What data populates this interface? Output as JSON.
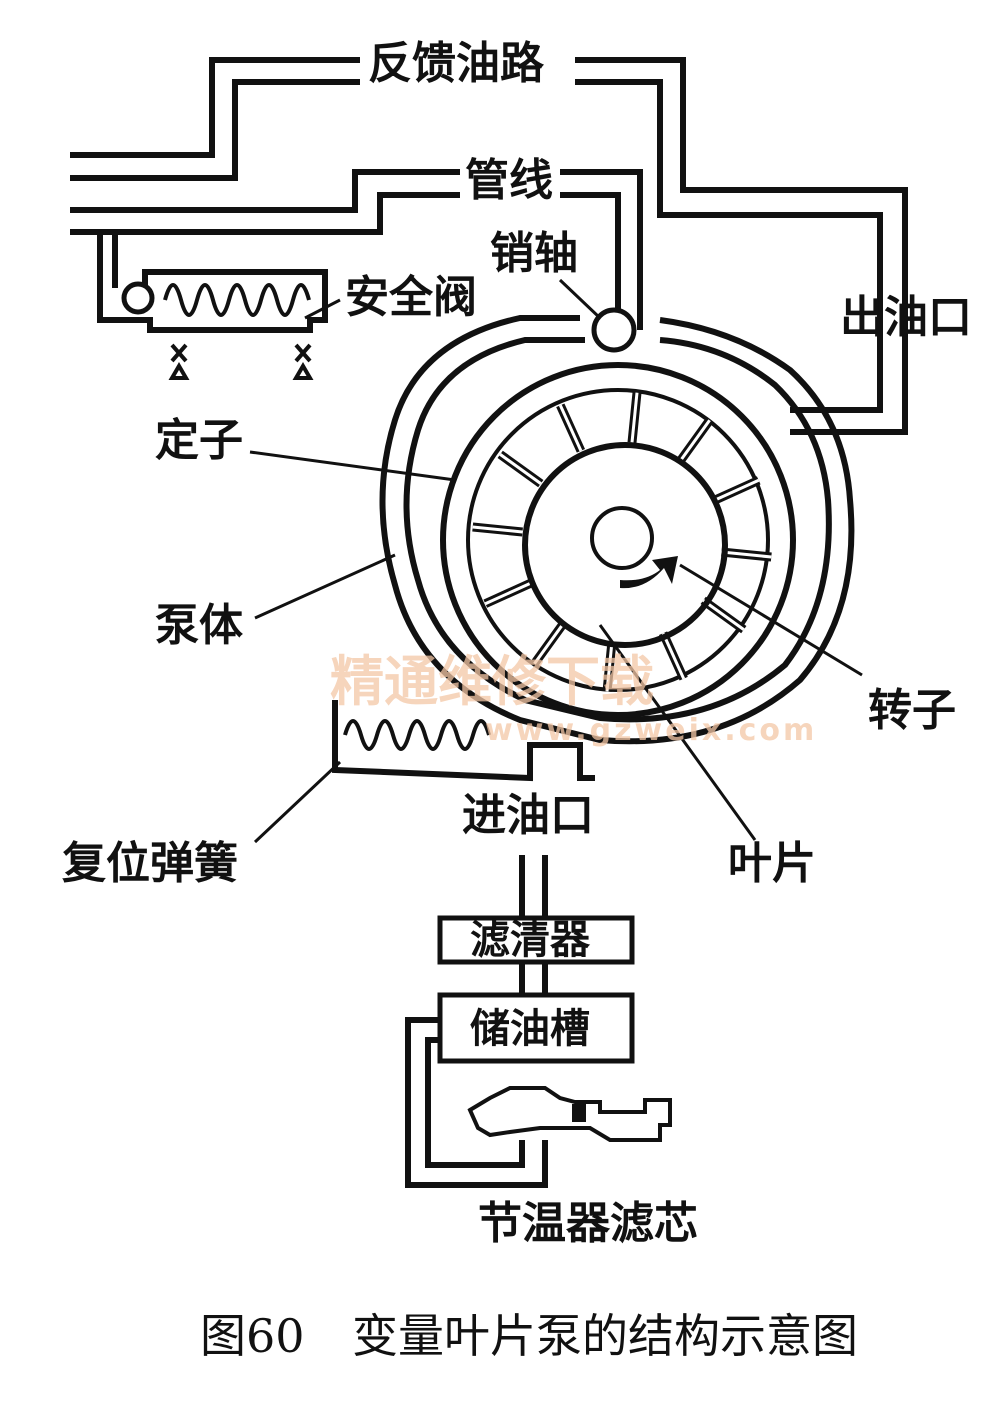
{
  "labels": {
    "feedback_line": "反馈油路",
    "pipeline": "管线",
    "pin_shaft": "销轴",
    "safety_valve": "安全阀",
    "outlet": "出油口",
    "stator": "定子",
    "pump_body": "泵体",
    "rotor": "转子",
    "return_spring": "复位弹簧",
    "inlet": "进油口",
    "vane": "叶片",
    "filter": "滤清器",
    "reservoir": "储油槽",
    "thermostat_filter": "节温器滤芯"
  },
  "caption": {
    "figure_number": "图60",
    "title": "变量叶片泵的结构示意图"
  },
  "watermark": {
    "text": "精通维修下载",
    "url": "www.gzweix.com"
  }
}
